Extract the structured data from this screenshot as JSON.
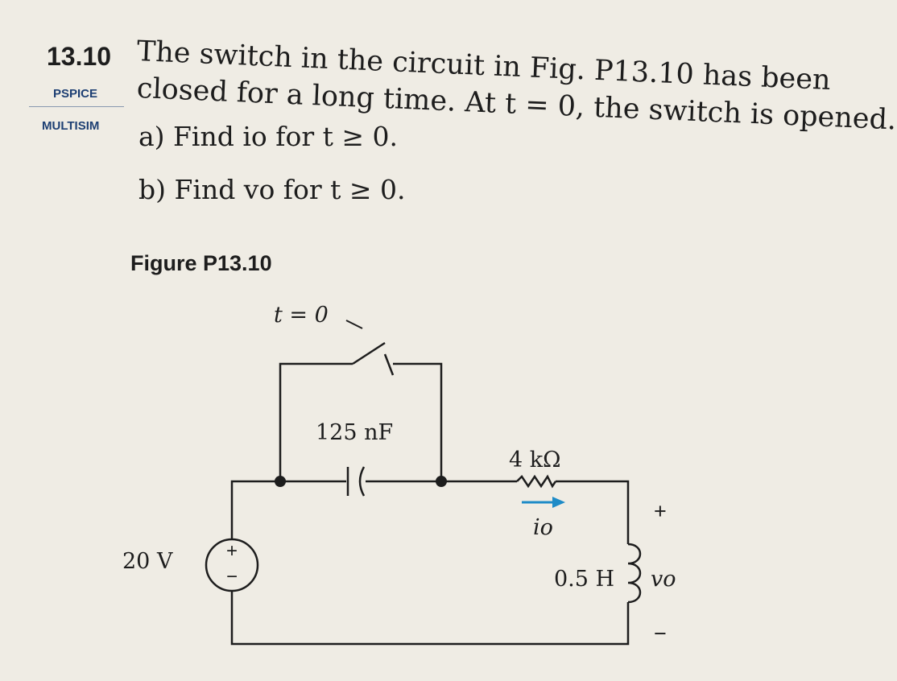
{
  "problem": {
    "number": "13.10",
    "tags": [
      "PSPICE",
      "MULTISIM"
    ],
    "statement_line1": "The switch in the circuit in Fig. P13.10 has been",
    "statement_line2": "closed for a long time. At t = 0, the switch is opened.",
    "parts": [
      "a) Find io for t ≥ 0.",
      "b) Find vo for t ≥ 0."
    ]
  },
  "figure": {
    "title": "Figure P13.10",
    "switch_label": "t = 0",
    "capacitor_label": "125 nF",
    "resistor_label": "4 kΩ",
    "current_label": "io",
    "source_label": "20 V",
    "inductor_label": "0.5 H",
    "voltage_label": "vo",
    "plus_sign": "+",
    "minus_sign": "−"
  },
  "colors": {
    "current_arrow": "#1e8bc7",
    "ink": "#1d1d1d",
    "paper": "#efece4"
  },
  "icons": [
    "switch-icon",
    "capacitor-icon",
    "resistor-icon",
    "inductor-icon",
    "voltage-source-icon",
    "current-arrow-icon"
  ]
}
